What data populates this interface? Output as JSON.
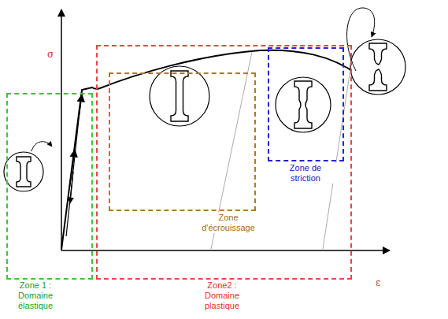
{
  "diagram": {
    "nodes": [
      {
        "text": [
          "Zone 1 : Domaine élastique"
        ]
      },
      {
        "text": [
          "Zone2 : Domaine plastique"
        ]
      },
      {
        "text": [
          "Zone d'écrouissage"
        ],
        "in": 1
      },
      {
        "text": [
          "Zone de striction"
        ],
        "in": 1
      }
    ],
    "labels": [
      "σ",
      "ε"
    ]
  }
}
